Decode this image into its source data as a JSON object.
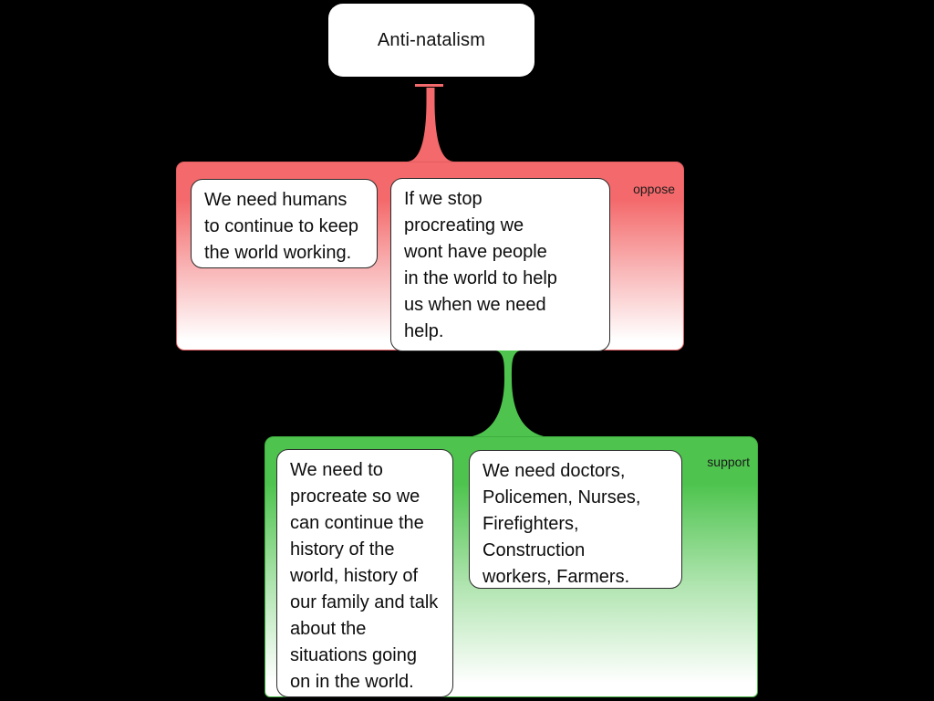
{
  "diagram": {
    "topic": {
      "label": "Anti-natalism"
    },
    "groups": [
      {
        "id": "oppose",
        "label": "oppose",
        "cards": [
          "We need humans\nto continue to keep\nthe world working.",
          "If we stop\nprocreating we\nwont have people\nin the world to help\nus when we need\nhelp."
        ]
      },
      {
        "id": "support",
        "label": "support",
        "cards": [
          "We need to\nprocreate so we\ncan continue the\nhistory of the\nworld, history of\nour family and talk\nabout the\nsituations going\non in the world.",
          "We need doctors,\nPolicemen, Nurses,\nFirefighters,\nConstruction\nworkers, Farmers."
        ]
      }
    ]
  },
  "colors": {
    "oppose": "#f4696b",
    "support": "#4ec44e",
    "background": "#000000"
  }
}
